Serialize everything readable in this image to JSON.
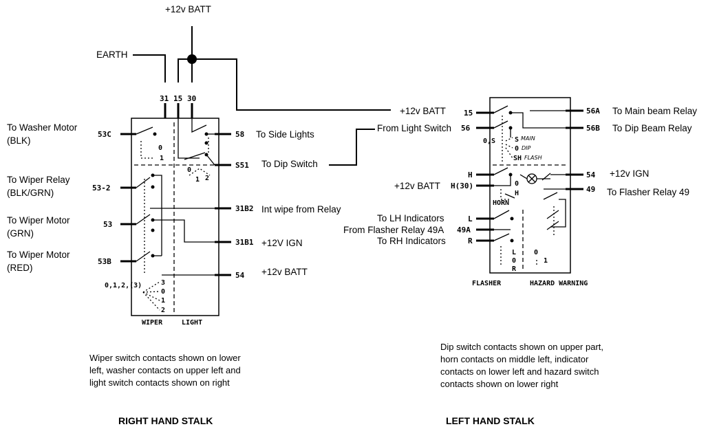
{
  "right_stalk": {
    "title": "RIGHT HAND STALK",
    "top_batt": "+12v BATT",
    "earth": "EARTH",
    "pins_top": [
      "31",
      "15",
      "30"
    ],
    "left_labels": [
      {
        "pin": "53C",
        "l1": "To Washer Motor",
        "l2": "(BLK)"
      },
      {
        "pin": "53-2",
        "l1": "To Wiper Relay",
        "l2": "(BLK/GRN)"
      },
      {
        "pin": "53",
        "l1": "To Wiper Motor",
        "l2": "(GRN)"
      },
      {
        "pin": "53B",
        "l1": "To Wiper Motor",
        "l2": "(RED)"
      }
    ],
    "right_labels": [
      {
        "pin": "58",
        "text": "To Side Lights"
      },
      {
        "pin": "S51",
        "text": "To Dip Switch"
      },
      {
        "pin": "31B2",
        "text": "Int wipe from Relay"
      },
      {
        "pin": "31B1",
        "text": "+12V IGN"
      },
      {
        "pin": "54",
        "text": "+12v BATT"
      }
    ],
    "positions_label": "0,1,2,(3)",
    "washer_positions": [
      "0",
      "1"
    ],
    "light_positions": [
      "0",
      "1",
      "2"
    ],
    "wiper_positions": [
      "3",
      "0",
      "1",
      "2"
    ],
    "section_wiper": "WIPER",
    "section_light": "LIGHT",
    "caption": [
      "Wiper switch contacts shown on  lower",
      "left, washer contacts on upper left and",
      "light switch contacts shown on right"
    ]
  },
  "left_stalk": {
    "title": "LEFT HAND STALK",
    "batt_link": "+12v BATT",
    "left_labels": [
      {
        "pin": "15",
        "text": ""
      },
      {
        "pin": "56",
        "text": "From Light Switch"
      },
      {
        "pin": "H(30)",
        "text": "+12v BATT"
      },
      {
        "pin": "L",
        "text": "To LH Indicators"
      },
      {
        "pin": "49A",
        "text": "From Flasher Relay 49A"
      },
      {
        "pin": "R",
        "text": "To RH Indicators"
      }
    ],
    "right_labels": [
      {
        "pin": "56A",
        "text": "To Main beam Relay"
      },
      {
        "pin": "56B",
        "text": "To Dip Beam Relay"
      },
      {
        "pin": "54",
        "text": "+12v IGN"
      },
      {
        "pin": "49",
        "text": "To Flasher Relay 49"
      }
    ],
    "dip_positions": "0,S",
    "dip_modes": [
      "MAIN",
      "DIP",
      "FLASH"
    ],
    "dip_letters": [
      "S",
      "0",
      "SH"
    ],
    "horn_pin": "H",
    "horn_label": "HORN",
    "horn_positions": [
      "0",
      "H"
    ],
    "flasher_positions": [
      "L",
      "0",
      "R"
    ],
    "hazard_positions": [
      "0",
      "1"
    ],
    "section_flasher": "FLASHER",
    "section_hazard": "HAZARD WARNING",
    "caption": [
      "Dip switch contacts shown on  upper part,",
      "horn contacts on middle left, indicator",
      "contacts on lower left  and hazard switch",
      "contacts shown on lower right"
    ]
  }
}
